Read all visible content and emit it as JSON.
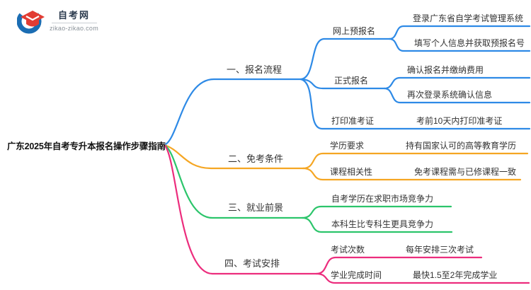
{
  "logo": {
    "site_name": "自考网",
    "domain": "zikao-zikao.com"
  },
  "colors": {
    "blue": "#2E8AE6",
    "orange": "#F5A623",
    "green": "#2CC56B",
    "pink": "#EC2D7D",
    "logo_blue": "#1B6DB3",
    "logo_red": "#E23C33"
  },
  "mindmap": {
    "title": "广东2025年自考专升本报名操作步骤指南",
    "branches": [
      {
        "label": "一、报名流程",
        "nodes": [
          {
            "label": "网上预报名",
            "leaves": [
              "登录广东省自学考试管理系统",
              "填写个人信息并获取预报名号"
            ]
          },
          {
            "label": "正式报名",
            "leaves": [
              "确认报名并缴纳费用",
              "再次登录系统确认信息"
            ]
          },
          {
            "label": "打印准考证",
            "leaves": [
              "考前10天内打印准考证"
            ]
          }
        ]
      },
      {
        "label": "二、免考条件",
        "nodes": [
          {
            "label": "学历要求",
            "leaves": [
              "持有国家认可的高等教育学历"
            ]
          },
          {
            "label": "课程相关性",
            "leaves": [
              "免考课程需与已修课程一致"
            ]
          }
        ]
      },
      {
        "label": "三、就业前景",
        "nodes": [
          {
            "label": "自考学历在求职市场竞争力",
            "leaves": []
          },
          {
            "label": "本科生比专科生更具竞争力",
            "leaves": []
          }
        ]
      },
      {
        "label": "四、考试安排",
        "nodes": [
          {
            "label": "考试次数",
            "leaves": [
              "每年安排三次考试"
            ]
          },
          {
            "label": "学业完成时间",
            "leaves": [
              "最快1.5至2年完成学业"
            ]
          }
        ]
      }
    ]
  }
}
